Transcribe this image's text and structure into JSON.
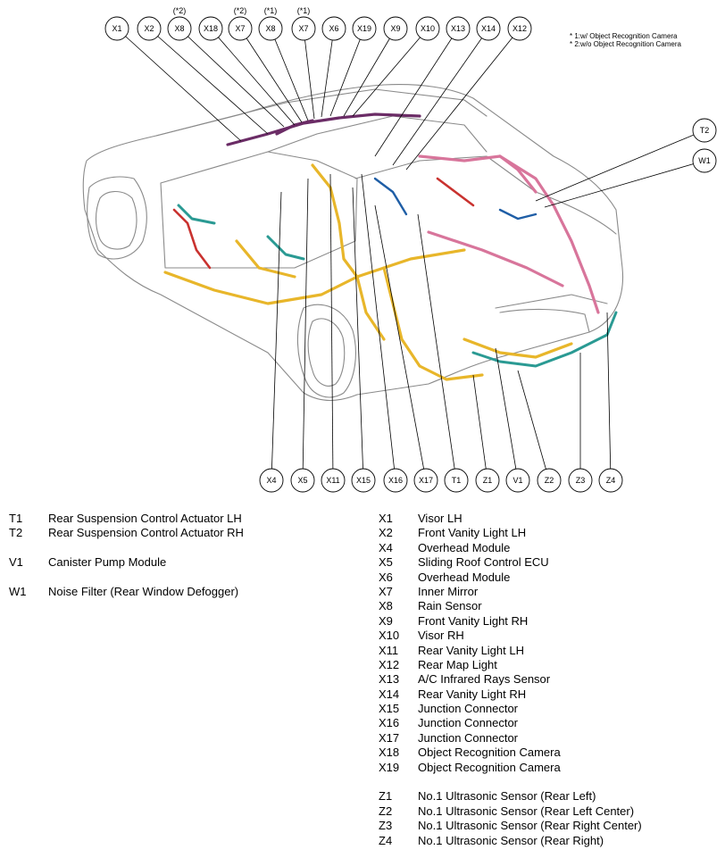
{
  "footnotes": [
    "* 1:w/ Object Recognition Camera",
    "* 2:w/o Object Recognition Camera"
  ],
  "top_callouts": [
    {
      "code": "X1",
      "note": ""
    },
    {
      "code": "X2",
      "note": ""
    },
    {
      "code": "X8",
      "note": "(*2)"
    },
    {
      "code": "X18",
      "note": ""
    },
    {
      "code": "X7",
      "note": "(*2)"
    },
    {
      "code": "X8",
      "note": "(*1)"
    },
    {
      "code": "X7",
      "note": "(*1)"
    },
    {
      "code": "X6",
      "note": ""
    },
    {
      "code": "X19",
      "note": ""
    },
    {
      "code": "X9",
      "note": ""
    },
    {
      "code": "X10",
      "note": ""
    },
    {
      "code": "X13",
      "note": ""
    },
    {
      "code": "X14",
      "note": ""
    },
    {
      "code": "X12",
      "note": ""
    }
  ],
  "right_callouts": [
    {
      "code": "T2"
    },
    {
      "code": "W1"
    }
  ],
  "bottom_callouts": [
    {
      "code": "X4"
    },
    {
      "code": "X5"
    },
    {
      "code": "X11"
    },
    {
      "code": "X15"
    },
    {
      "code": "X16"
    },
    {
      "code": "X17"
    },
    {
      "code": "T1"
    },
    {
      "code": "Z1"
    },
    {
      "code": "V1"
    },
    {
      "code": "Z2"
    },
    {
      "code": "Z3"
    },
    {
      "code": "Z4"
    }
  ],
  "legend_left": [
    {
      "code": "T1",
      "name": "Rear Suspension Control Actuator LH"
    },
    {
      "code": "T2",
      "name": "Rear Suspension Control Actuator RH"
    },
    null,
    {
      "code": "V1",
      "name": "Canister Pump Module"
    },
    null,
    {
      "code": "W1",
      "name": "Noise Filter (Rear Window Defogger)"
    }
  ],
  "legend_right": [
    {
      "code": "X1",
      "name": "Visor LH"
    },
    {
      "code": "X2",
      "name": "Front Vanity Light LH"
    },
    {
      "code": "X4",
      "name": "Overhead Module"
    },
    {
      "code": "X5",
      "name": "Sliding Roof Control ECU"
    },
    {
      "code": "X6",
      "name": "Overhead Module"
    },
    {
      "code": "X7",
      "name": "Inner Mirror"
    },
    {
      "code": "X8",
      "name": "Rain Sensor"
    },
    {
      "code": "X9",
      "name": "Front Vanity Light RH"
    },
    {
      "code": "X10",
      "name": "Visor RH"
    },
    {
      "code": "X11",
      "name": "Rear Vanity Light LH"
    },
    {
      "code": "X12",
      "name": "Rear Map Light"
    },
    {
      "code": "X13",
      "name": "A/C Infrared Rays Sensor"
    },
    {
      "code": "X14",
      "name": "Rear Vanity Light RH"
    },
    {
      "code": "X15",
      "name": "Junction Connector"
    },
    {
      "code": "X16",
      "name": "Junction Connector"
    },
    {
      "code": "X17",
      "name": "Junction Connector"
    },
    {
      "code": "X18",
      "name": "Object Recognition Camera"
    },
    {
      "code": "X19",
      "name": "Object Recognition Camera"
    },
    null,
    {
      "code": "Z1",
      "name": "No.1 Ultrasonic Sensor (Rear Left)"
    },
    {
      "code": "Z2",
      "name": "No.1 Ultrasonic Sensor (Rear Left Center)"
    },
    {
      "code": "Z3",
      "name": "No.1 Ultrasonic Sensor (Rear Right Center)"
    },
    {
      "code": "Z4",
      "name": "No.1 Ultrasonic Sensor (Rear Right)"
    }
  ]
}
